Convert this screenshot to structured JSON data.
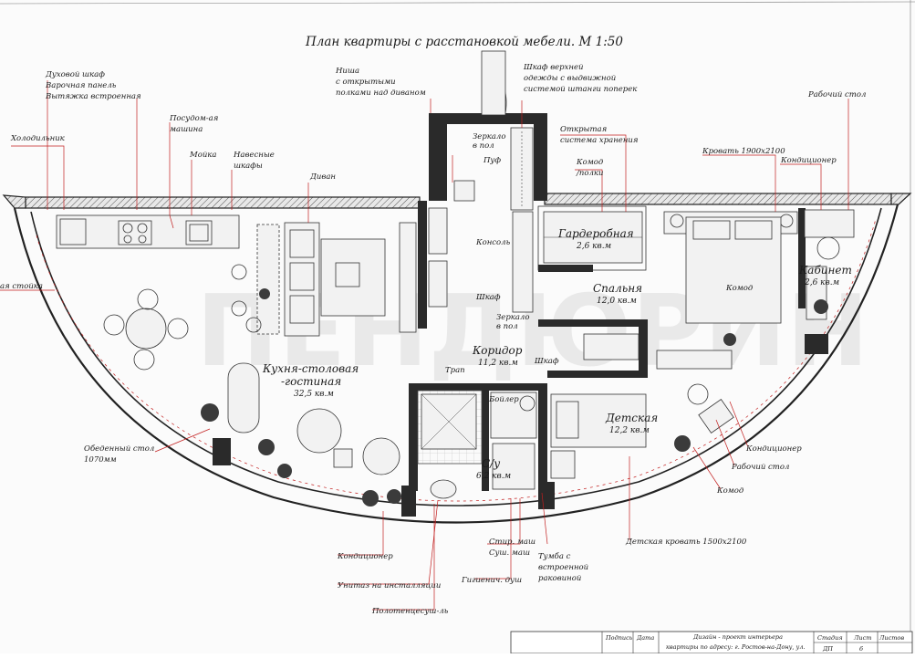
{
  "title": "План квартиры с расстановкой мебели. М 1:50",
  "rooms": {
    "kitchen": {
      "name1": "Кухня-столовая",
      "name2": "-гостиная",
      "area": "32,5 кв.м"
    },
    "corridor": {
      "name": "Коридор",
      "area": "11,2 кв.м"
    },
    "bathroom": {
      "name": "С/у",
      "area": "6,2 кв.м"
    },
    "kids": {
      "name": "Детская",
      "area": "12,2 кв.м"
    },
    "bedroom": {
      "name": "Спальня",
      "area": "12,0 кв.м"
    },
    "wardrobe": {
      "name": "Гардеробная",
      "area": "2,6 кв.м"
    },
    "study": {
      "name": "Кабинет",
      "area": "2,6 кв.м"
    }
  },
  "labels": {
    "oven1": "Духовой шкаф",
    "oven2": "Варочная панель",
    "oven3": "Вытяжка встроенная",
    "fridge": "Холодильник",
    "dishwasher1": "Посудом-ая",
    "dishwasher2": "машина",
    "sink": "Мойка",
    "wallcab1": "Навесные",
    "wallcab2": "шкафы",
    "sofa": "Диван",
    "niche1": "Ниша",
    "niche2": "с открытыми",
    "niche3": "полками над диваном",
    "outer1": "Шкаф верхней",
    "outer2": "одежды с выдвижной",
    "outer3": "системой штанги поперек",
    "mirror1a": "Зеркало",
    "mirror1b": "в пол",
    "pouf": "Пуф",
    "console": "Консоль",
    "cabinet1": "Шкаф",
    "mirror2a": "Зеркало",
    "mirror2b": "в пол",
    "cabinet2": "Шкаф",
    "open1": "Открытая",
    "open2": "система хранения",
    "dresser1": "Комод",
    "dresser2": "/полки",
    "bed": "Кровать 1900х2100",
    "ac1": "Кондиционер",
    "desk1": "Рабочий стол",
    "dresser3": "Комод",
    "barstand": "ая стойка",
    "dining1": "Обеденный стол",
    "dining2": "1070мм",
    "ac2": "Кондиционер",
    "toilet": "Унитаз на инсталляции",
    "towel": "Полотенцесуш-ль",
    "shower": "Гигиенич. душ",
    "trap": "Трап",
    "boiler": "Бойлер",
    "washer1": "Стир. маш",
    "washer2": "Суш. маш",
    "vanity1": "Тумба с",
    "vanity2": "встроенной",
    "vanity3": "раковиной",
    "kidsbed": "Детская кровать 1500х2100",
    "dresser4": "Комод",
    "desk2": "Рабочий стол",
    "ac3": "Кондиционер"
  },
  "watermark": "ПЕНДЮРИН",
  "stamp": {
    "podp": "Подпись",
    "data": "Дата",
    "design1": "Дизайн - проект интерьера",
    "design2": "квартиры по адресу: г. Ростов-на-Дону, ул.",
    "stadiya": "Стадия",
    "list": "Лист",
    "listov": "Листов",
    "dp": "ДП",
    "sheetno": "6"
  }
}
